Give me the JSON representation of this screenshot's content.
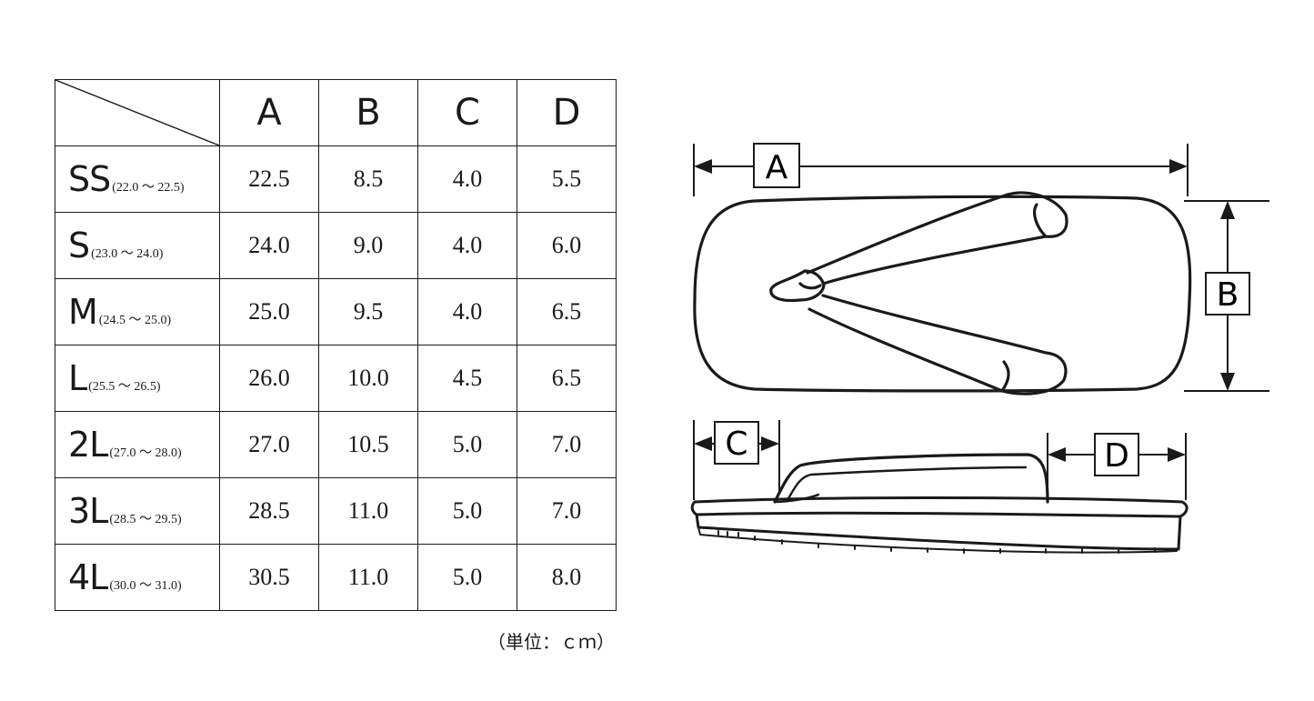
{
  "table": {
    "columns": [
      "A",
      "B",
      "C",
      "D"
    ],
    "rows": [
      {
        "size": "SS",
        "range": "(22.0 ～ 22.5)",
        "values": [
          "22.5",
          "8.5",
          "4.0",
          "5.5"
        ]
      },
      {
        "size": "S",
        "range": "(23.0 ～ 24.0)",
        "values": [
          "24.0",
          "9.0",
          "4.0",
          "6.0"
        ]
      },
      {
        "size": "M",
        "range": "(24.5 ～ 25.0)",
        "values": [
          "25.0",
          "9.5",
          "4.0",
          "6.5"
        ]
      },
      {
        "size": "L",
        "range": "(25.5 ～ 26.5)",
        "values": [
          "26.0",
          "10.0",
          "4.5",
          "6.5"
        ]
      },
      {
        "size": "2L",
        "range": "(27.0 ～ 28.0)",
        "values": [
          "27.0",
          "10.5",
          "5.0",
          "7.0"
        ]
      },
      {
        "size": "3L",
        "range": "(28.5 ～ 29.5)",
        "values": [
          "28.5",
          "11.0",
          "5.0",
          "7.0"
        ]
      },
      {
        "size": "4L",
        "range": "(30.0 ～ 31.0)",
        "values": [
          "30.5",
          "11.0",
          "5.0",
          "8.0"
        ]
      }
    ]
  },
  "unit_note": "（単位：ｃｍ）",
  "diagram": {
    "labels": {
      "a": "A",
      "b": "B",
      "c": "C",
      "d": "D"
    }
  }
}
